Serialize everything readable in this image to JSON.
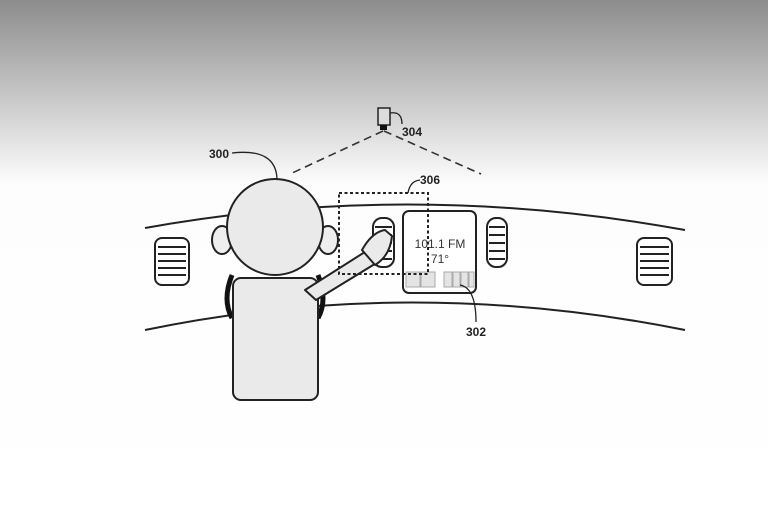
{
  "figure": {
    "labels": {
      "occupant": "300",
      "display": "302",
      "camera": "304",
      "gesture_zone": "306"
    },
    "display_screen": {
      "station": "101.1 FM",
      "temperature": "71°"
    }
  }
}
